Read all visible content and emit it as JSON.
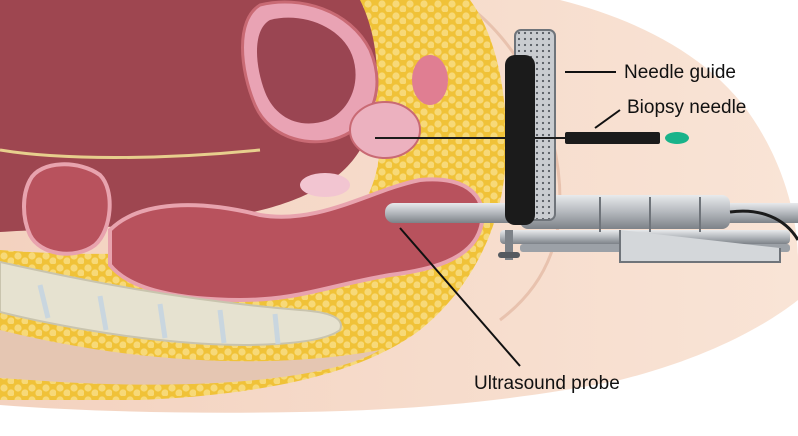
{
  "labels": {
    "needle_guide": "Needle guide",
    "biopsy_needle": "Biopsy needle",
    "ultrasound_probe": "Ultrasound probe"
  },
  "colors": {
    "skin": "#f6dccb",
    "body_outline": "#e8c2ae",
    "organ_dark": "#8e3b45",
    "organ_light": "#c96a74",
    "fat": "#f0c238",
    "fat_light": "#f7d978",
    "bone": "#e6e2d0",
    "pink_tissue": "#e9a3b4",
    "device_dark": "#1b1b1b",
    "device_metal": "#b9bdc2",
    "needle_tip": "#19b38a",
    "label_text": "#111111"
  }
}
